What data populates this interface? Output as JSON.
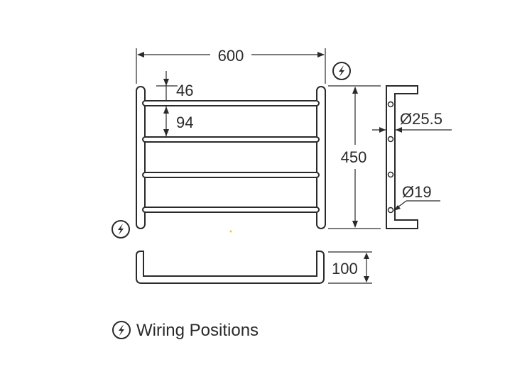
{
  "dimensions": {
    "width": "600",
    "top_offset": "46",
    "bar_spacing": "94",
    "height": "450",
    "depth": "100",
    "post_diameter": "Ø25.5",
    "bar_diameter": "Ø19"
  },
  "legend": {
    "icon": "lightning-bolt-circle-icon",
    "label": "Wiring Positions"
  },
  "colors": {
    "line": "#2a2a2a",
    "background": "#ffffff",
    "accent_dot": "#e8c84a"
  }
}
